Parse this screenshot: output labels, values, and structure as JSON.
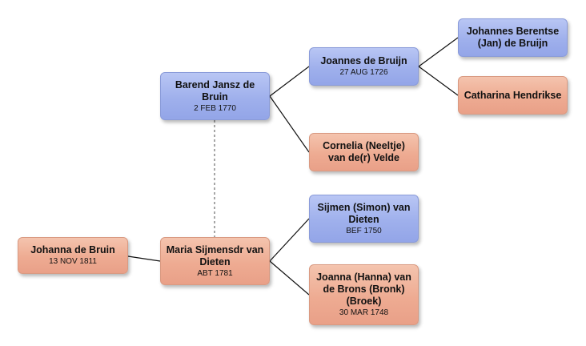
{
  "people": {
    "johanna": {
      "name": "Johanna de Bruin",
      "date": "13 NOV 1811"
    },
    "barend": {
      "name": "Barend Jansz de Bruin",
      "date": "2 FEB 1770"
    },
    "maria": {
      "name": "Maria Sijmensdr van Dieten",
      "date": "ABT 1781"
    },
    "joannes": {
      "name": "Joannes de Bruijn",
      "date": "27 AUG 1726"
    },
    "cornelia": {
      "name": "Cornelia (Neeltje) van de(r) Velde",
      "date": ""
    },
    "sijmen": {
      "name": "Sijmen (Simon) van Dieten",
      "date": "BEF 1750"
    },
    "joanna": {
      "name": "Joanna (Hanna) van de Brons (Bronk) (Broek)",
      "date": "30 MAR 1748"
    },
    "johannes": {
      "name": "Johannes Berentse (Jan) de Bruijn",
      "date": ""
    },
    "catharina": {
      "name": "Catharina Hendrikse",
      "date": ""
    }
  },
  "colors": {
    "male": "#9fb0ec",
    "female": "#eeab92",
    "line": "#111111",
    "spouse_line": "#777777"
  }
}
